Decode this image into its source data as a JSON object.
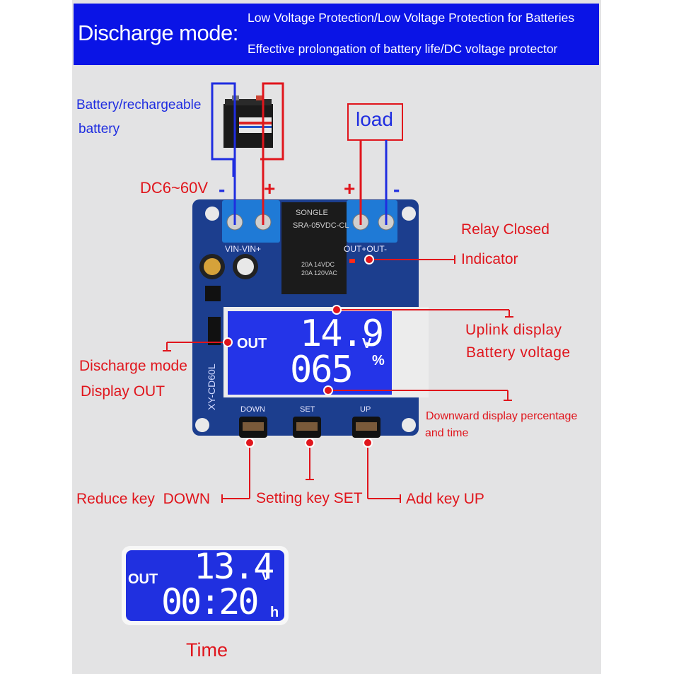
{
  "banner": {
    "title": "Discharge mode:",
    "line1": "Low Voltage Protection/Low Voltage Protection for Batteries",
    "line2": "Effective prolongation of battery life/DC voltage protector"
  },
  "battery": {
    "label_line1": "Battery/rechargeable",
    "label_line2": "battery"
  },
  "input_voltage": {
    "label": "DC6~60V",
    "minus": "-",
    "plus": "+"
  },
  "load": {
    "label": "load",
    "plus": "+",
    "minus": "-"
  },
  "board": {
    "model": "XY-CD60L",
    "terminal_in_label": "VIN-VIN+",
    "terminal_out_label": "OUT+OUT-",
    "relay_brand": "SONGLE",
    "relay_model": "SRA-05VDC-CL",
    "relay_rating1": "20A 14VDC",
    "relay_rating2": "20A 120VAC",
    "button_down": "DOWN",
    "button_set": "SET",
    "button_up": "UP"
  },
  "lcd_main": {
    "mode": "OUT",
    "top_value": "14.9",
    "top_unit": "V",
    "bottom_value": "065",
    "bottom_unit": "%"
  },
  "annotations": {
    "relay_line1": "Relay Closed",
    "relay_line2": "Indicator",
    "uplink_line1": "Uplink display",
    "uplink_line2": "Battery voltage",
    "discharge_line1": "Discharge mode",
    "discharge_line2": "Display OUT",
    "downward_line1": "Downward display percentage",
    "downward_line2": "and time",
    "reduce_key": "Reduce key  DOWN",
    "setting_key": "Setting key SET",
    "add_key": "Add key UP"
  },
  "lcd_time": {
    "mode": "OUT",
    "top_value": "13.4",
    "top_unit": "V",
    "bottom_value": "00:20",
    "bottom_unit": "h"
  },
  "time_caption": "Time",
  "colors": {
    "banner": "#0a14e6",
    "annotation_red": "#e0151c",
    "wire_blue": "#1f2de0",
    "lcd_blue": "#2434e8",
    "pcb_blue": "#1c3e8e"
  }
}
